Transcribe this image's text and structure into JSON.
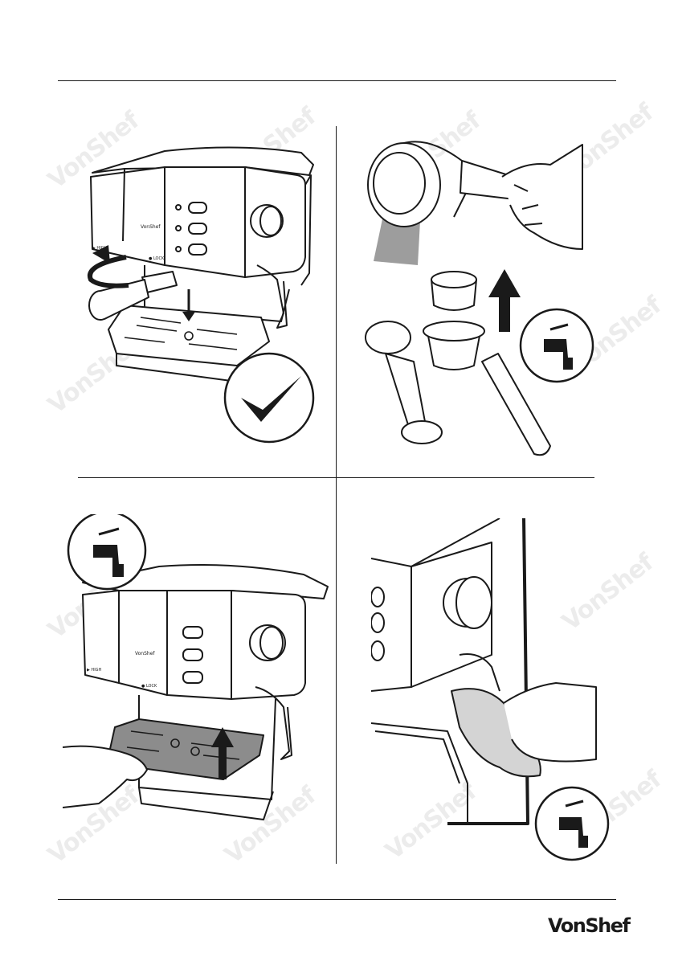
{
  "machine": {
    "brand_label": "VonShef",
    "steam_label": "▶ HIGH",
    "lock_label": "● LOCK"
  },
  "watermark": {
    "text": "VonShef"
  },
  "footer": {
    "brand": "VonShef"
  },
  "icons": {
    "check": "check-icon",
    "tap": "water-tap-icon",
    "arrow_up": "arrow-up-icon",
    "arrow_down": "arrow-down-icon"
  },
  "colors": {
    "ink": "#1a1a1a",
    "accent_grey": "#8c8c8c",
    "watermark": "#ececec"
  }
}
